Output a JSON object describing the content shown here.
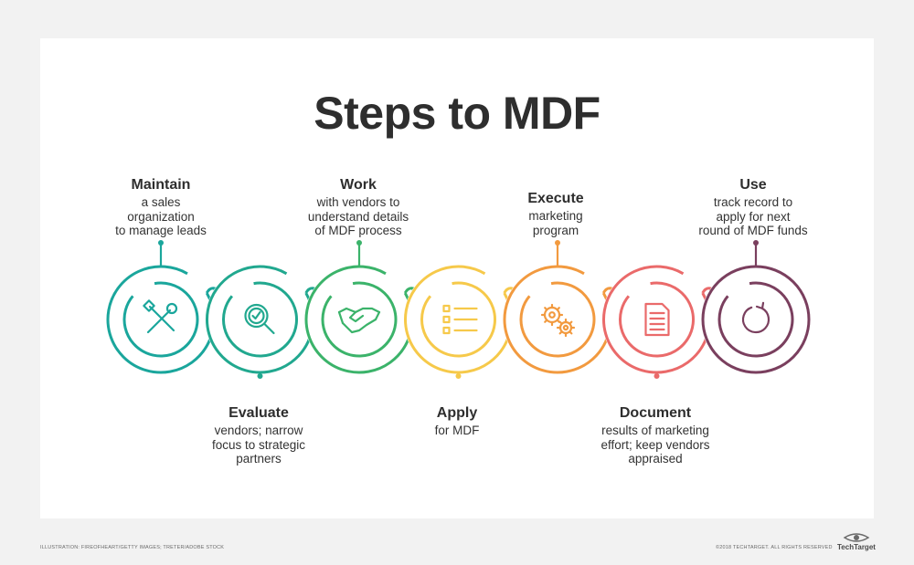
{
  "title": "Steps to MDF",
  "steps": [
    {
      "heading": "Maintain",
      "text": "a sales\norganization\nto manage leads",
      "color": "#1aa69c",
      "icon": "tools-icon"
    },
    {
      "heading": "Evaluate",
      "text": "vendors; narrow\nfocus to strategic\npartners",
      "color": "#21a88f",
      "icon": "magnifier-check-icon"
    },
    {
      "heading": "Work",
      "text": "with vendors to\nunderstand details\nof MDF process",
      "color": "#3bb36a",
      "icon": "handshake-icon"
    },
    {
      "heading": "Apply",
      "text": "for MDF",
      "color": "#f6c94a",
      "icon": "checklist-icon"
    },
    {
      "heading": "Execute",
      "text": "marketing\nprogram",
      "color": "#f29a3f",
      "icon": "gears-icon"
    },
    {
      "heading": "Document",
      "text": "results of marketing\neffort; keep vendors\nappraised",
      "color": "#ea6a6a",
      "icon": "document-icon"
    },
    {
      "heading": "Use",
      "text": "track record to\napply for next\nround of MDF funds",
      "color": "#7a3f5e",
      "icon": "refresh-icon"
    }
  ],
  "footer": {
    "left": "ILLUSTRATION: FIREOFHEART/GETTY IMAGES; TRETER/ADOBE STOCK",
    "right": "©2018 TECHTARGET. ALL RIGHTS RESERVED",
    "brand": "TechTarget"
  }
}
